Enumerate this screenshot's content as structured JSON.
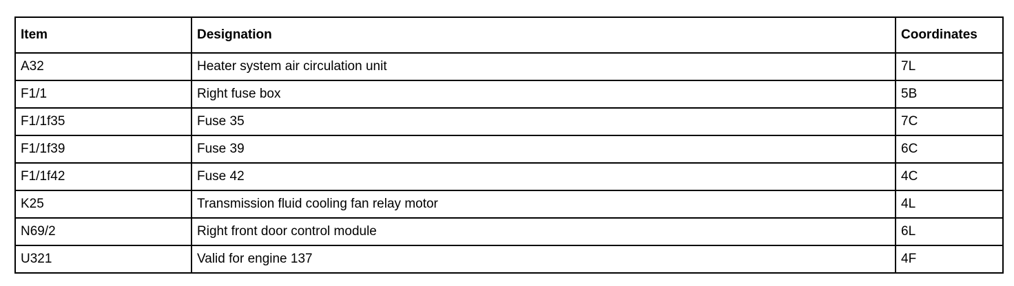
{
  "table": {
    "headers": [
      "Item",
      "Designation",
      "Coordinates"
    ],
    "rows": [
      [
        "A32",
        "Heater system air circulation unit",
        "7L"
      ],
      [
        "F1/1",
        "Right fuse box",
        "5B"
      ],
      [
        "F1/1f35",
        "Fuse 35",
        "7C"
      ],
      [
        "F1/1f39",
        "Fuse 39",
        "6C"
      ],
      [
        "F1/1f42",
        "Fuse 42",
        "4C"
      ],
      [
        "K25",
        "Transmission fluid cooling fan relay motor",
        "4L"
      ],
      [
        "N69/2",
        "Right front door control module",
        "6L"
      ],
      [
        "U321",
        "Valid for engine 137",
        "4F"
      ]
    ]
  }
}
